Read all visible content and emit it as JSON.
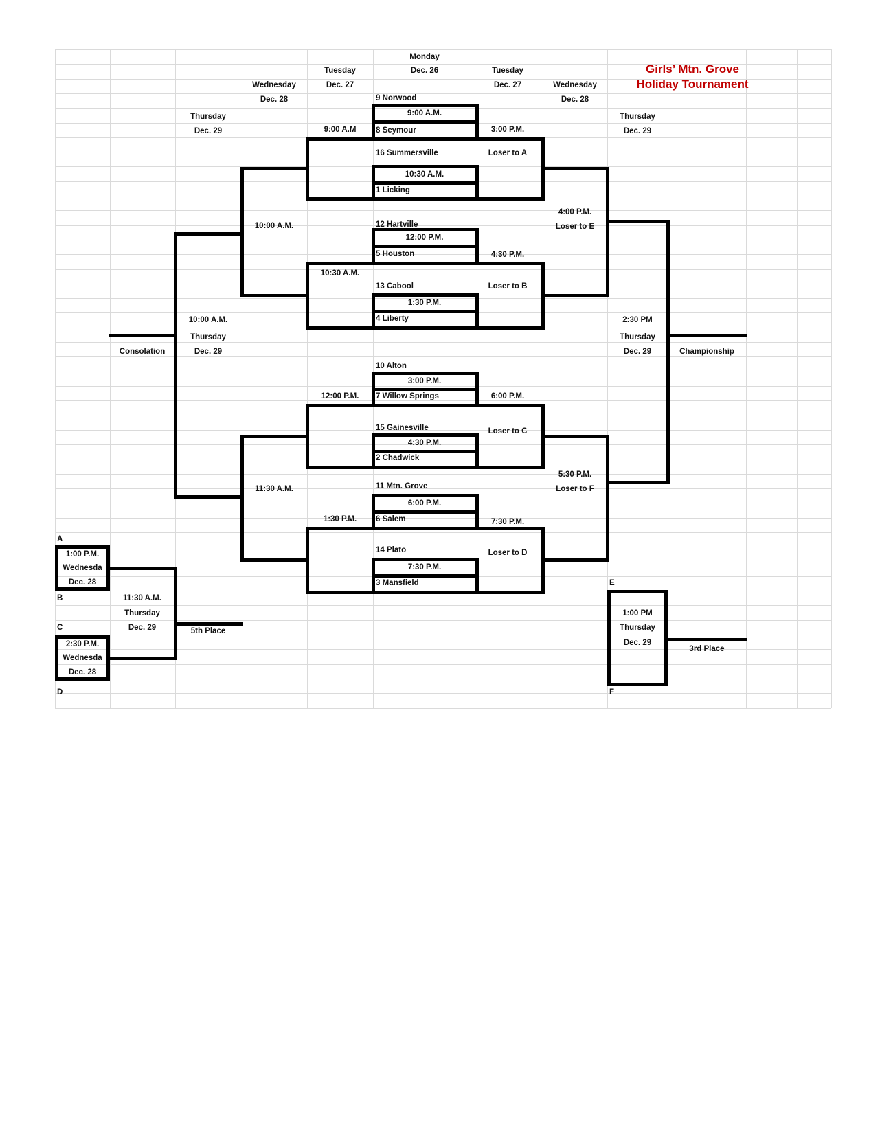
{
  "title": {
    "line1": "Girls’ Mtn. Grove",
    "line2": "Holiday Tournament",
    "color": "#c00000"
  },
  "headers": {
    "monday": "Monday",
    "dec26": "Dec. 26",
    "tuesday_left": "Tuesday",
    "dec27_left": "Dec. 27",
    "wednesday_left": "Wednesday",
    "dec28_left": "Dec. 28",
    "thursday_left": "Thursday",
    "dec29_left": "Dec. 29",
    "tuesday_right": "Tuesday",
    "dec27_right": "Dec. 27",
    "wednesday_right": "Wednesday",
    "dec28_right": "Dec. 28",
    "thursday_right": "Thursday",
    "dec29_right": "Dec. 29"
  },
  "round1": [
    {
      "top": "9 Norwood",
      "time": "9:00 A.M.",
      "bottom": "8 Seymour"
    },
    {
      "top": "16 Summersville",
      "time": "10:30 A.M.",
      "bottom": "1 Licking"
    },
    {
      "top": "12 Hartville",
      "time": "12:00 P.M.",
      "bottom": "5 Houston"
    },
    {
      "top": "13 Cabool",
      "time": "1:30 P.M.",
      "bottom": "4 Liberty"
    },
    {
      "top": "10 Alton",
      "time": "3:00 P.M.",
      "bottom": "7 Willow Springs"
    },
    {
      "top": "15 Gainesville",
      "time": "4:30 P.M.",
      "bottom": "2 Chadwick"
    },
    {
      "top": "11 Mtn. Grove",
      "time": "6:00 P.M.",
      "bottom": "6 Salem"
    },
    {
      "top": "14 Plato",
      "time": "7:30 P.M.",
      "bottom": "3 Mansfield"
    }
  ],
  "winners": {
    "qf": [
      {
        "time": "3:00 P.M.",
        "note": "Loser to A"
      },
      {
        "time": "4:30 P.M.",
        "note": "Loser to B"
      },
      {
        "time": "6:00 P.M.",
        "note": "Loser to C"
      },
      {
        "time": "7:30 P.M.",
        "note": "Loser to D"
      }
    ],
    "sf": [
      {
        "time": "4:00 P.M.",
        "note": "Loser to E"
      },
      {
        "time": "5:30 P.M.",
        "note": "Loser to F"
      }
    ],
    "final": {
      "time": "2:30 PM",
      "day": "Thursday",
      "date": "Dec. 29",
      "label": "Championship"
    }
  },
  "consolation": {
    "games": [
      "9:00 A.M",
      "10:30 A.M.",
      "12:00 P.M.",
      "1:30 P.M."
    ],
    "semis": [
      "10:00 A.M.",
      "11:30 A.M."
    ],
    "final": {
      "time": "10:00 A.M.",
      "day": "Thursday",
      "date": "Dec. 29",
      "label": "Consolation"
    }
  },
  "fifth_place": {
    "slot_a": "A",
    "slot_b": "B",
    "slot_c": "C",
    "slot_d": "D",
    "game_ab": {
      "time": "1:00 P.M.",
      "day": "Wednesda",
      "date": "Dec. 28"
    },
    "game_cd": {
      "time": "2:30 P.M.",
      "day": "Wednesda",
      "date": "Dec. 28"
    },
    "final": {
      "time": "11:30 A.M.",
      "day": "Thursday",
      "date": "Dec. 29",
      "label": "5th Place"
    }
  },
  "third_place": {
    "slot_e": "E",
    "slot_f": "F",
    "game": {
      "time": "1:00 PM",
      "day": "Thursday",
      "date": "Dec. 29",
      "label": "3rd Place"
    }
  }
}
